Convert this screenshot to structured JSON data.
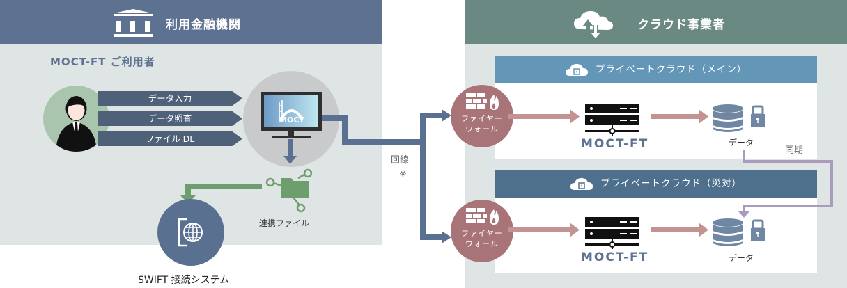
{
  "colors": {
    "left_header": "#5d7190",
    "right_header": "#6b8983",
    "panel_bg": "#dfe4e5",
    "action_bar": "#4f6079",
    "firewall": "#a87477",
    "flow_arrow": "#c39394",
    "line_arrow": "#5a7091",
    "sync_line": "#a99bbb",
    "file_green": "#6f9e6e",
    "pc_main_header": "#6496b8",
    "pc_dr_header": "#4e708d"
  },
  "left": {
    "title": "利用金融機関",
    "title_icon": "bank-icon",
    "user_section_label": "MOCT-FT ご利用者",
    "actions": [
      "データ入力",
      "データ照査",
      "ファイル DL"
    ],
    "terminal_logo": "MOCT",
    "linked_file_label": "連携ファイル",
    "swift_label": "SWIFT 接続システム"
  },
  "line": {
    "label": "回線",
    "note_mark": "※"
  },
  "right": {
    "title": "クラウド事業者",
    "title_icon": "cloud-upload-download-icon",
    "clouds": [
      {
        "header": "プライベートクラウド（メイン）",
        "firewall_label_1": "ファイヤー",
        "firewall_label_2": "ウォール",
        "server_label": "MOCT-FT",
        "data_label": "データ"
      },
      {
        "header": "プライベートクラウド（災対）",
        "firewall_label_1": "ファイヤー",
        "firewall_label_2": "ウォール",
        "server_label": "MOCT-FT",
        "data_label": "データ"
      }
    ],
    "sync_label": "同期"
  }
}
